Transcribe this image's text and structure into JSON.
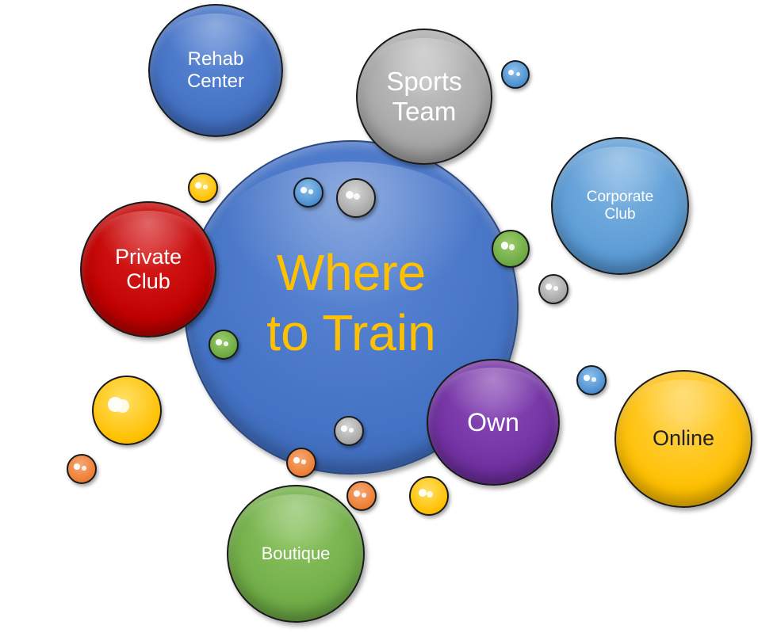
{
  "diagram": {
    "center": {
      "label": "Where\nto Train",
      "fill": "#4472c4",
      "text_color": "#ffc000"
    },
    "nodes": [
      {
        "id": "rehab-center",
        "label": "Rehab\nCenter",
        "fill": "#4472c4"
      },
      {
        "id": "sports-team",
        "label": "Sports\nTeam",
        "fill": "#a5a5a5"
      },
      {
        "id": "corporate-club",
        "label": "Corporate\nClub",
        "fill": "#5b9bd5"
      },
      {
        "id": "private-club",
        "label": "Private\nClub",
        "fill": "#c00000"
      },
      {
        "id": "own",
        "label": "Own",
        "fill": "#7030a0"
      },
      {
        "id": "online",
        "label": "Online",
        "fill": "#ffc000",
        "text_color": "#222222"
      },
      {
        "id": "boutique",
        "label": "Boutique",
        "fill": "#70ad47"
      }
    ],
    "decorative_colors": {
      "blue": "#5b9bd5",
      "gray": "#a5a5a5",
      "green": "#70ad47",
      "yellow": "#ffc000",
      "orange": "#ed7d31"
    }
  }
}
